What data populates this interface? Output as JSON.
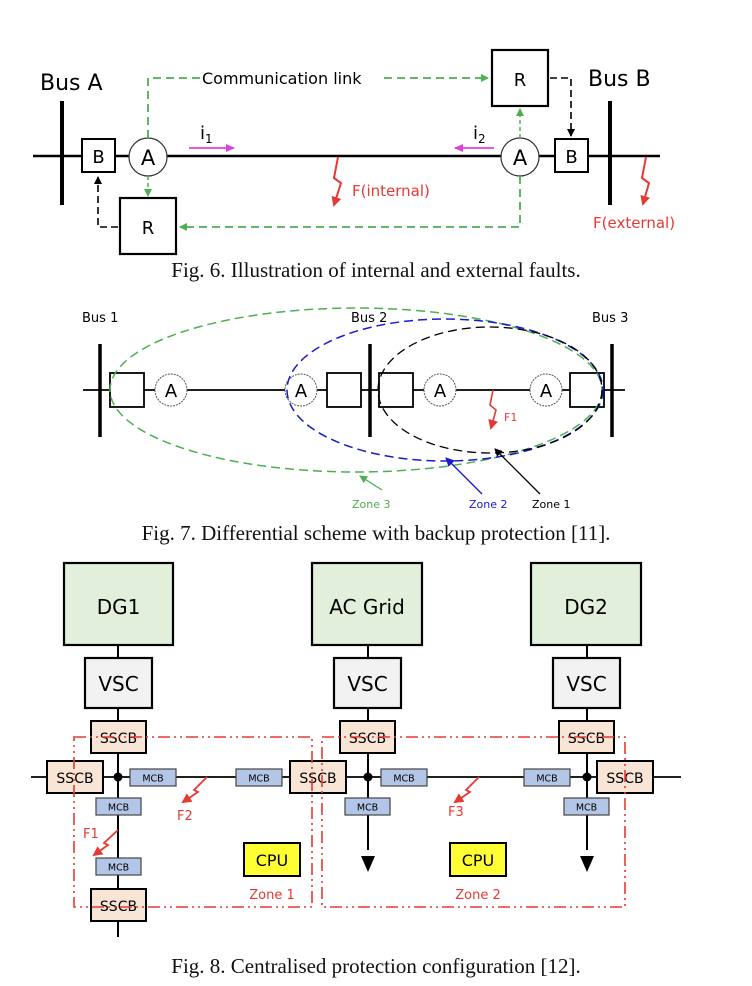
{
  "fig6": {
    "caption": "Fig. 6. Illustration of internal and external faults.",
    "bus_left": "Bus A",
    "bus_right": "Bus B",
    "comm_link": "Communication link",
    "breaker": "B",
    "ammeter": "A",
    "relay": "R",
    "current_left": "i",
    "current_left_sub": "1",
    "current_right": "i",
    "current_right_sub": "2",
    "fault_internal": "F(internal)",
    "fault_external": "F(external)",
    "colors": {
      "comm": "#4caf50",
      "current": "#e040e0",
      "fault": "#e53935",
      "line": "#000000"
    }
  },
  "fig7": {
    "caption": "Fig. 7. Differential scheme with backup protection [11].",
    "buses": [
      "Bus 1",
      "Bus 2",
      "Bus 3"
    ],
    "ammeter": "A",
    "fault": "F1",
    "zones": [
      {
        "label": "Zone 3",
        "color": "#4caf50"
      },
      {
        "label": "Zone 2",
        "color": "#1a1acc"
      },
      {
        "label": "Zone 1",
        "color": "#000000"
      }
    ]
  },
  "fig8": {
    "caption": "Fig. 8. Centralised protection configuration [12].",
    "sources": [
      "DG1",
      "AC Grid",
      "DG2"
    ],
    "converter": "VSC",
    "sscb": "SSCB",
    "mcb": "MCB",
    "cpu": "CPU",
    "faults": [
      "F1",
      "F2",
      "F3"
    ],
    "zones": [
      "Zone 1",
      "Zone 2"
    ],
    "colors": {
      "source_fill": "#e2efda",
      "vsc_fill": "#f2f2f2",
      "sscb_fill": "#f8e5d6",
      "mcb_fill": "#b4c6e7",
      "cpu_fill": "#ffff33",
      "zone": "#e53935"
    }
  }
}
